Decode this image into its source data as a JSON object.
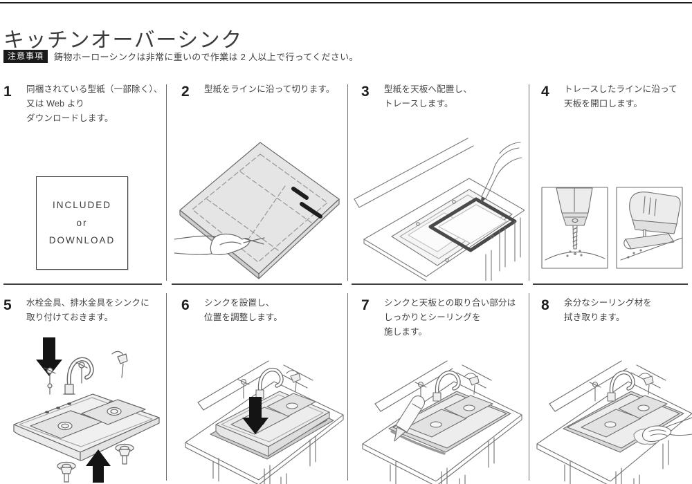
{
  "header": {
    "title": "キッチンオーバーシンク",
    "notice_badge": "注意事項",
    "notice_text": "鋳物ホーローシンクは非常に重いので作業は 2 人以上で行ってください。"
  },
  "steps": [
    {
      "number": "1",
      "lines": [
        "同梱されている型紙（一部除く）、",
        "又は Web より",
        "ダウンロードします。"
      ]
    },
    {
      "number": "2",
      "lines": [
        "型紙をラインに沿って切ります。"
      ]
    },
    {
      "number": "3",
      "lines": [
        "型紙を天板へ配置し、",
        "トレースします。"
      ]
    },
    {
      "number": "4",
      "lines": [
        "トレースしたラインに沿って",
        "天板を開口します。"
      ]
    },
    {
      "number": "5",
      "lines": [
        "水栓金具、排水金具をシンクに",
        "取り付けておきます。"
      ]
    },
    {
      "number": "6",
      "lines": [
        "シンクを設置し、",
        "位置を調整します。"
      ]
    },
    {
      "number": "7",
      "lines": [
        "シンクと天板との取り合い部分は",
        "しっかりとシーリングを",
        "施します。"
      ]
    },
    {
      "number": "8",
      "lines": [
        "余分なシーリング材を",
        "拭き取ります。"
      ]
    }
  ],
  "included_box": {
    "line1": "INCLUDED",
    "line2": "or",
    "line3": "DOWNLOAD"
  },
  "illustrations": {
    "step2": "hand-cutting-template-illustration",
    "step3": "tracing-template-on-countertop-illustration",
    "step4_left": "drill-boring-hole-illustration",
    "step4_right": "jigsaw-cutting-illustration",
    "step5": "sink-with-faucet-and-drain-fittings-illustration",
    "step6": "placing-sink-into-countertop-illustration",
    "step7": "applying-sealant-around-sink-illustration",
    "step8": "wiping-excess-sealant-illustration"
  },
  "colors": {
    "badge_bg": "#1a1a1a",
    "badge_text": "#ffffff",
    "body_text": "#3c3c3c",
    "line_art": "#6a6a6a",
    "arrow": "#141414"
  }
}
